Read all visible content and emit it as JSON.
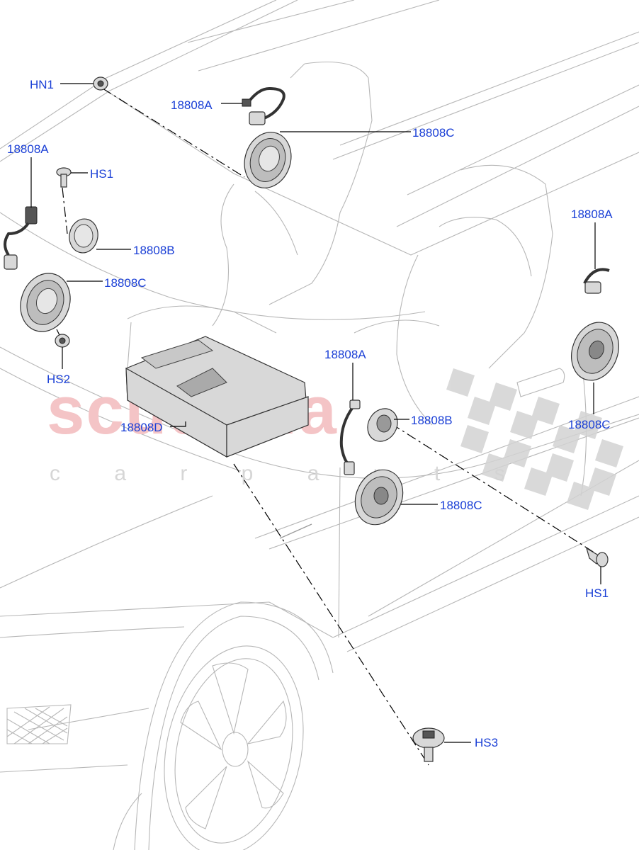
{
  "watermark": {
    "brand": "scuderia",
    "tagline": "c a r   p a r t s"
  },
  "callouts": {
    "hn1": "HN1",
    "a_top": "18808A",
    "c_top": "18808C",
    "a_left": "18808A",
    "hs1_left": "HS1",
    "b_left": "18808B",
    "c_left": "18808C",
    "hs2": "HS2",
    "a_right": "18808A",
    "a_center": "18808A",
    "b_center": "18808B",
    "c_right": "18808C",
    "d": "18808D",
    "c_center": "18808C",
    "hs1_right": "HS1",
    "hs3": "HS3"
  },
  "colors": {
    "callout_text": "#1a3fd6",
    "watermark_brand": "#f4c4c6",
    "watermark_tagline": "#d6d6d6",
    "car_lines": "#b7b7b7"
  }
}
